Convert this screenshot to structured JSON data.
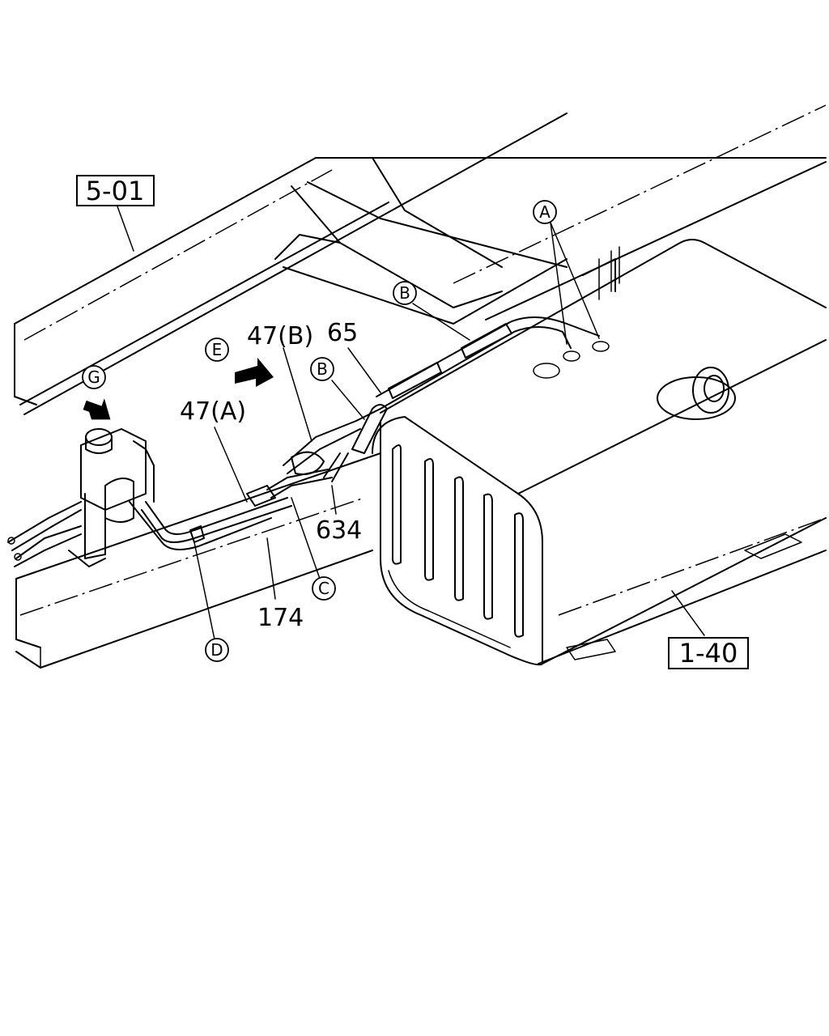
{
  "refs": {
    "frame_ref": "5-01",
    "tank_ref": "1-40"
  },
  "callouts": {
    "A": "A",
    "B1": "B",
    "B2": "B",
    "C": "C",
    "D": "D",
    "E": "E",
    "G": "G"
  },
  "parts": {
    "p47b": "47(B)",
    "p65": "65",
    "p47a": "47(A)",
    "p634": "634",
    "p174": "174"
  }
}
